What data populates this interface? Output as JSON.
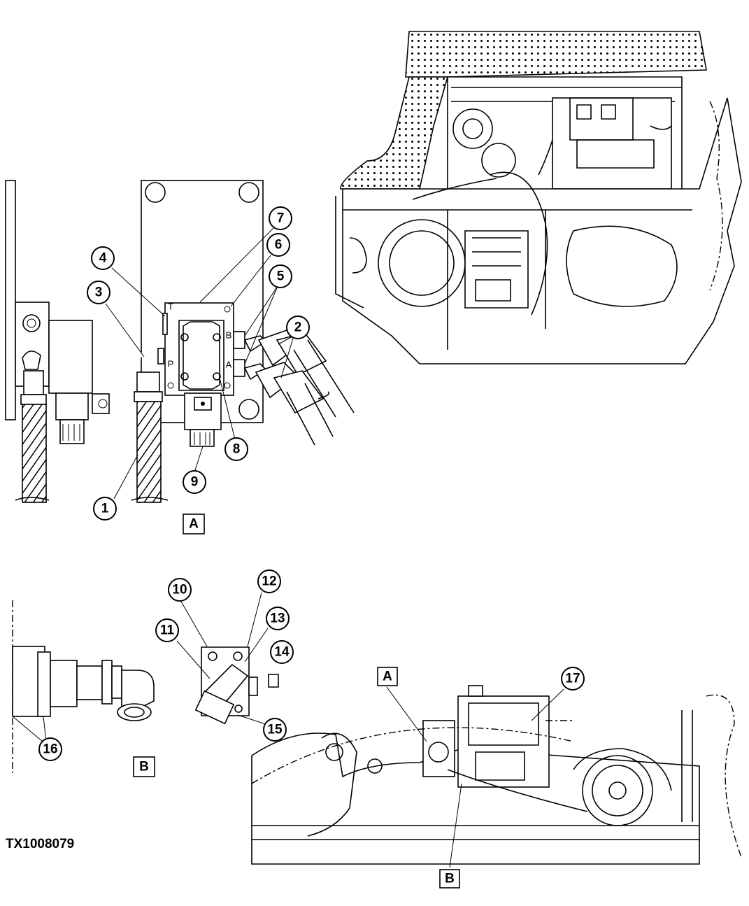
{
  "figure_id": "TX1008079",
  "view_labels": {
    "a": "A",
    "b": "B"
  },
  "ports": {
    "t": "T",
    "p": "P",
    "b": "B",
    "a": "A"
  },
  "callouts": [
    "1",
    "2",
    "3",
    "4",
    "5",
    "6",
    "7",
    "8",
    "9",
    "10",
    "11",
    "12",
    "13",
    "14",
    "15",
    "16",
    "17"
  ]
}
